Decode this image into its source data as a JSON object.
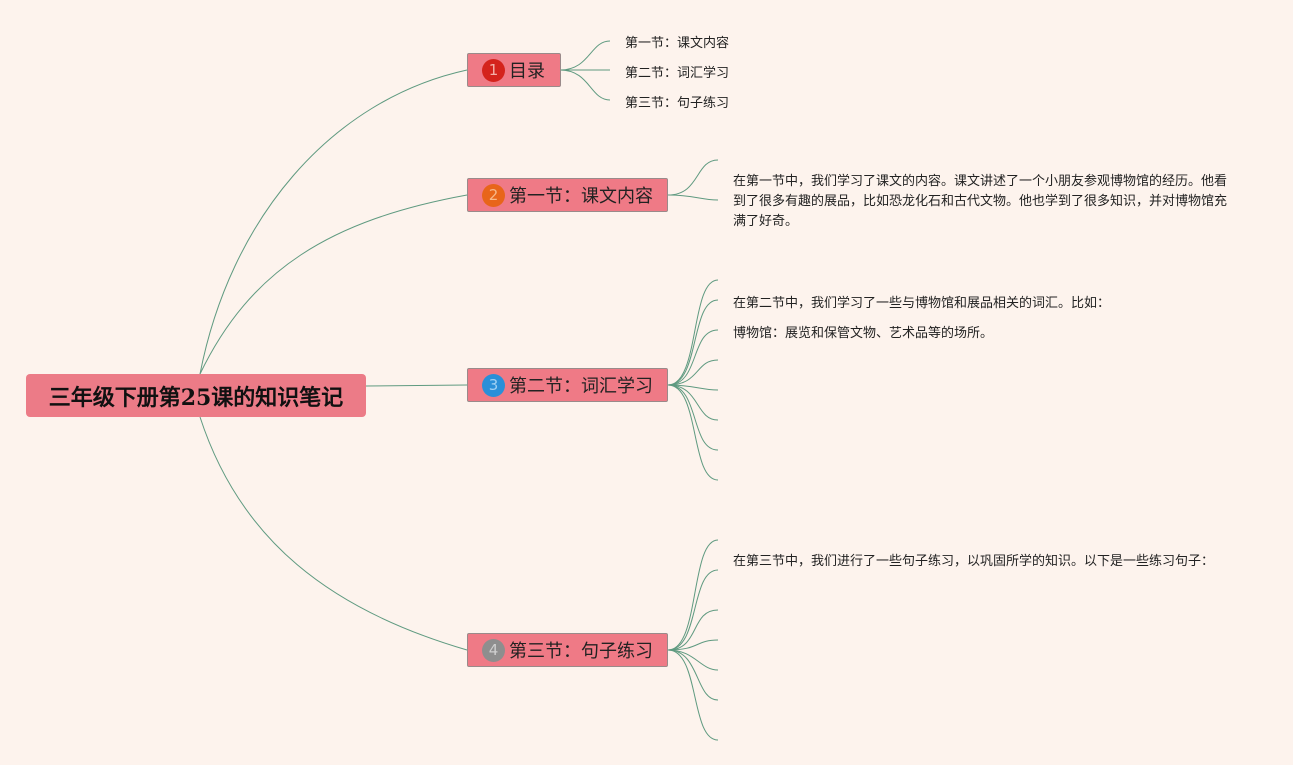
{
  "root": {
    "label": "三年级下册第25课的知识笔记"
  },
  "topics": [
    {
      "number": "1",
      "label": "目录",
      "badge_color": "#d4231c",
      "badge_text_color": "#f3b0a8"
    },
    {
      "number": "2",
      "label": "第一节：课文内容",
      "badge_color": "#e8651a",
      "badge_text_color": "#f7b889"
    },
    {
      "number": "3",
      "label": "第二节：词汇学习",
      "badge_color": "#2a8fd8",
      "badge_text_color": "#9ed0f3"
    },
    {
      "number": "4",
      "label": "第三节：句子练习",
      "badge_color": "#8e8e8e",
      "badge_text_color": "#cfcfcf"
    }
  ],
  "toc_items": [
    "第一节：课文内容",
    "第二节：词汇学习",
    "第三节：句子练习"
  ],
  "section1": {
    "text": "在第一节中，我们学习了课文的内容。课文讲述了一个小朋友参观博物馆的经历。他看到了很多有趣的展品，比如恐龙化石和古代文物。他也学到了很多知识，并对博物馆充满了好奇。"
  },
  "section2": {
    "intro": "在第二节中，我们学习了一些与博物馆和展品相关的词汇。比如：",
    "vocab": [
      "博物馆：展览和保管文物、艺术品等的场所。"
    ]
  },
  "section3": {
    "intro": "在第三节中，我们进行了一些句子练习，以巩固所学的知识。以下是一些练习句子："
  },
  "colors": {
    "background": "#fdf3ed",
    "line": "#5f9a80",
    "node": "#ef7a86"
  }
}
